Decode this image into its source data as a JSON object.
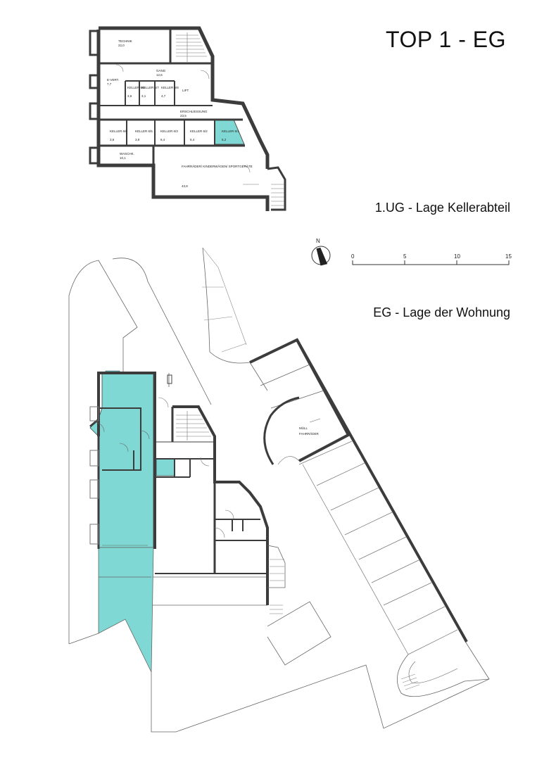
{
  "page": {
    "title": "TOP 1 - EG",
    "ug_label": "1.UG - Lage Kellerabteil",
    "eg_label": "EG - Lage der Wohnung"
  },
  "colors": {
    "highlight": "#7fd8d3",
    "wall": "#3c3c3c",
    "line": "#555555"
  },
  "ug_plan": {
    "rooms": [
      {
        "name": "TECHNIK",
        "area": "22,0"
      },
      {
        "name": "GANG",
        "area": "12,6"
      },
      {
        "name": "E-VERT.",
        "area": "7,7"
      },
      {
        "name": "KELLER 6/6",
        "area": "3,6"
      },
      {
        "name": "KELLER 6/7",
        "area": "3,1"
      },
      {
        "name": "KELLER 6/8",
        "area": "4,7"
      },
      {
        "name": "LIFT",
        "area": ""
      },
      {
        "name": "ERSCHLIESSUNG",
        "area": "23,5"
      },
      {
        "name": "KELLER 6/6",
        "area": "3,6"
      },
      {
        "name": "KELLER 6/5",
        "area": "3,9"
      },
      {
        "name": "KELLER 6/3",
        "area": "6,4"
      },
      {
        "name": "KELLER 6/2",
        "area": "6,4"
      },
      {
        "name": "KELLER 6/1",
        "area": "5,2"
      },
      {
        "name": "WASCHK.",
        "area": "10,1"
      },
      {
        "name": "FAHRRÄDER/ KINDERWÄGEN/ SPORTGERÄTE",
        "area": "43,8"
      }
    ]
  },
  "eg_plan": {
    "labels": [
      "MÜLL",
      "FAHRRÄDER"
    ]
  },
  "scale": {
    "ticks": [
      "0",
      "5",
      "10",
      "15"
    ],
    "north": "N"
  }
}
